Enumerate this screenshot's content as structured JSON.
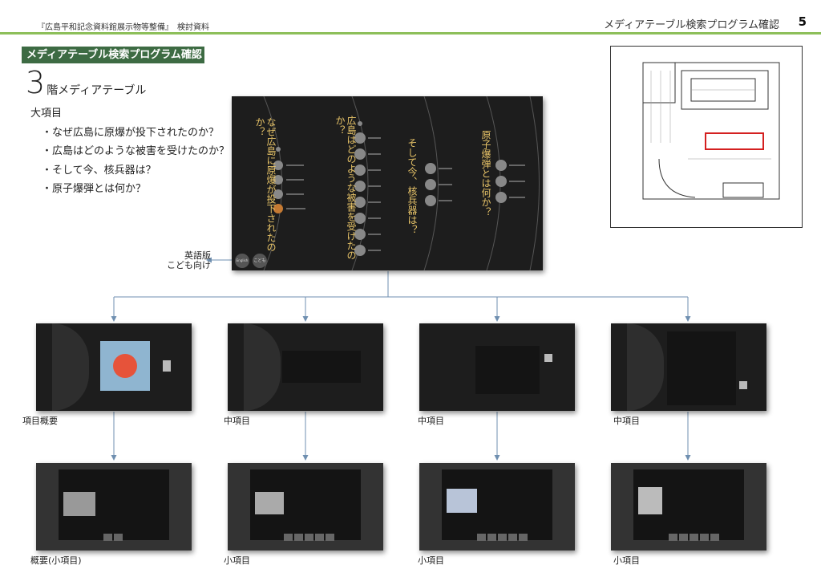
{
  "header": {
    "document_title": "『広島平和記念資料館展示物等整備』　検討資料",
    "section_title": "メディアテーブル検索プログラム確認",
    "page_number": "5"
  },
  "badge": {
    "label": "メディアテーブル検索プログラム確認"
  },
  "floor": {
    "number": "3",
    "label": "階メディアテーブル"
  },
  "categories": {
    "heading": "大項目",
    "items": [
      "・なぜ広島に原爆が投下されたのか？",
      "・広島はどのような被害を受けたのか？",
      "・そして今、核兵器は？",
      "・原子爆弾とは何か？"
    ]
  },
  "main_screen": {
    "col1_title": "なぜ広島に原爆が投下されたのか？",
    "col2_title": "広島はどのような被害を受けたのか？",
    "col3_title": "そして今、核兵器は？",
    "col4_title": "原子爆弾とは何か？",
    "btn_english": "English",
    "btn_kids": "こども"
  },
  "language_note": {
    "line1": "英語版",
    "line2": "こども向け"
  },
  "level2_captions": [
    "項目概要",
    "中項目",
    "中項目",
    "中項目"
  ],
  "level3_captions": [
    "概要(小項目)",
    "小項目",
    "小項目",
    "小項目"
  ],
  "colors": {
    "header_line": "#8dbf5a",
    "badge_bg": "#3d6b43",
    "connector": "#6f8fb0",
    "floorplan_highlight": "#d42020"
  }
}
